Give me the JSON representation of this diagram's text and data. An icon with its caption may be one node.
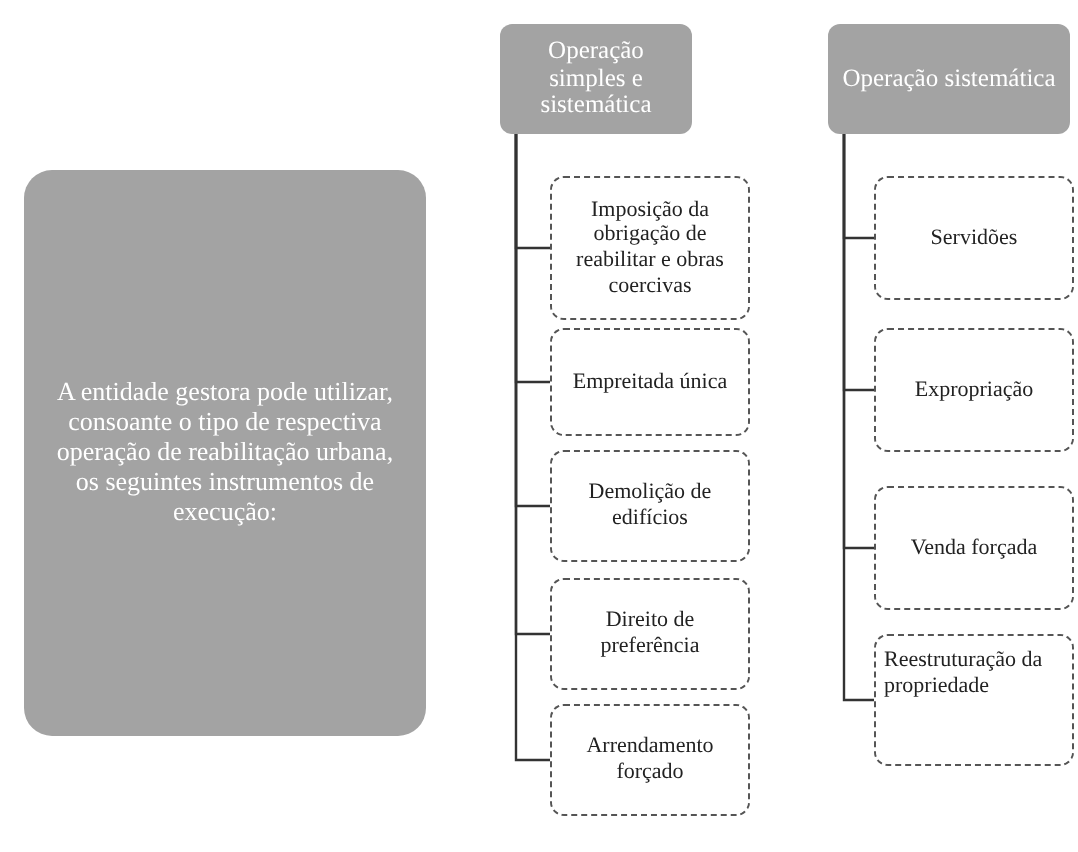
{
  "diagram": {
    "nodes": [
      {
        "text": [
          "A entidade gestora pode utilizar, consoante o tipo de respectiva operação de reabilitação urbana, os seguintes instrumentos de execução:"
        ]
      },
      {
        "text": [
          "Operação simples e sistemática"
        ]
      },
      {
        "text": [
          "Imposição da obrigação de reabilitar e obras coercivas"
        ]
      },
      {
        "text": [
          "Empreitada única"
        ]
      },
      {
        "text": [
          "Demolição de edifícios"
        ]
      },
      {
        "text": [
          "Direito de preferência"
        ]
      },
      {
        "text": [
          "Arrendamento forçado"
        ]
      },
      {
        "text": [
          "Operação sistemática"
        ]
      },
      {
        "text": [
          "Servidões"
        ]
      },
      {
        "text": [
          "Expropriação"
        ]
      },
      {
        "text": [
          "Venda forçada"
        ]
      },
      {
        "text": [
          "Reestruturação da propriedade"
        ]
      }
    ],
    "edges": [
      {
        "from": 1,
        "to": 2,
        "arrow": "none"
      },
      {
        "from": 1,
        "to": 3,
        "arrow": "none"
      },
      {
        "from": 1,
        "to": 4,
        "arrow": "none"
      },
      {
        "from": 1,
        "to": 5,
        "arrow": "none"
      },
      {
        "from": 1,
        "to": 6,
        "arrow": "none"
      },
      {
        "from": 7,
        "to": 8,
        "arrow": "none"
      },
      {
        "from": 7,
        "to": 9,
        "arrow": "none"
      },
      {
        "from": 7,
        "to": 10,
        "arrow": "none"
      },
      {
        "from": 7,
        "to": 11,
        "arrow": "none"
      }
    ]
  }
}
